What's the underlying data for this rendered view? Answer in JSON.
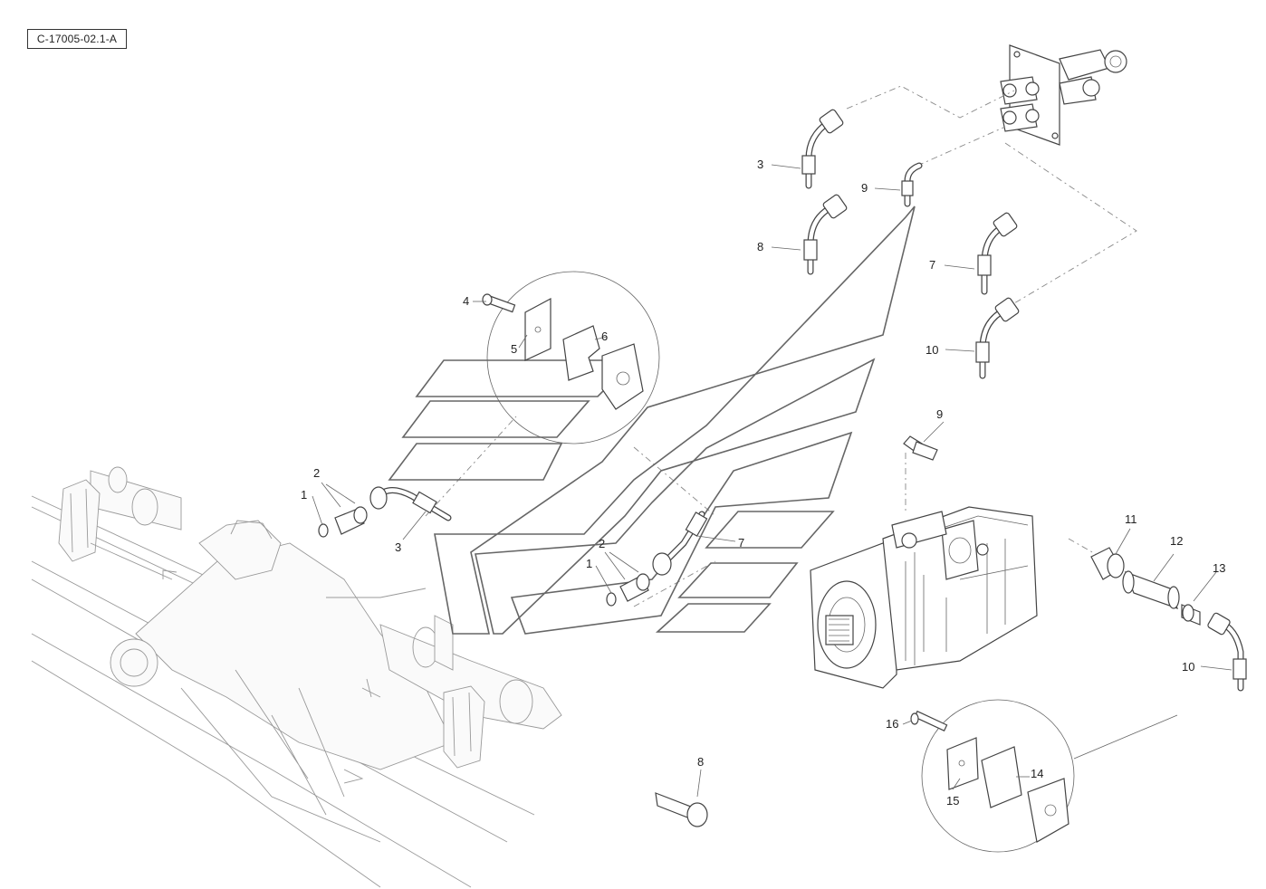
{
  "reference_code": "C-17005-02.1-A",
  "callouts": {
    "c1a": "1",
    "c2a": "2",
    "c3a": "3",
    "c1b": "1",
    "c2b": "2",
    "c3b": "3",
    "c4": "4",
    "c5": "5",
    "c6": "6",
    "c7a": "7",
    "c7b": "7",
    "c8a": "8",
    "c8b": "8",
    "c9a": "9",
    "c9b": "9",
    "c10a": "10",
    "c10b": "10",
    "c11": "11",
    "c12": "12",
    "c13": "13",
    "c14": "14",
    "c15": "15",
    "c16": "16"
  }
}
